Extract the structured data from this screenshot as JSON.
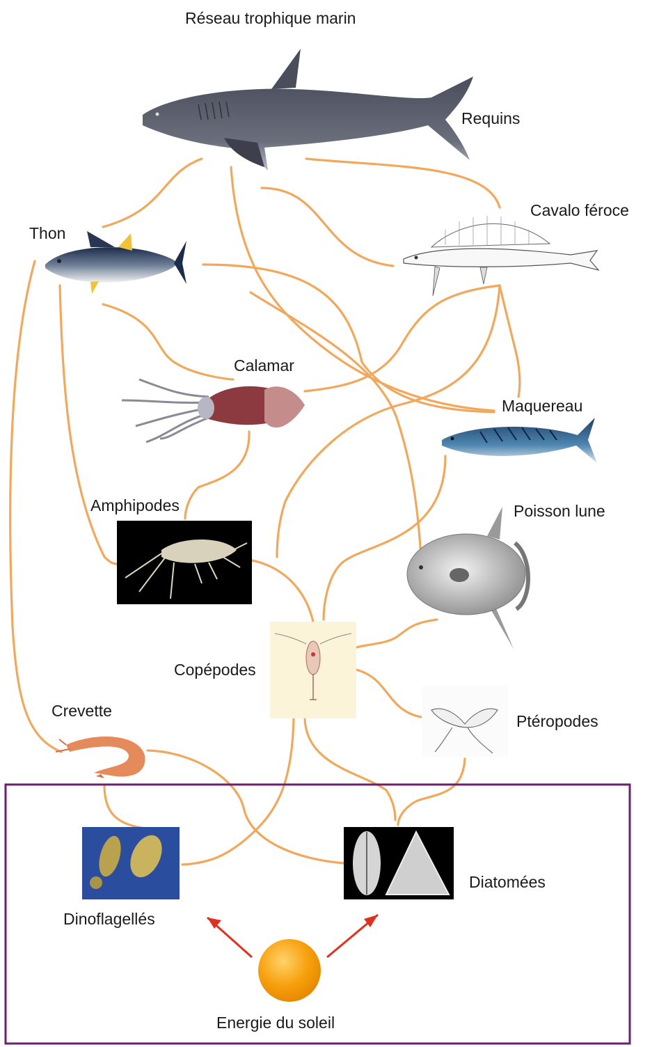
{
  "title": "Réseau trophique marin",
  "organisms": {
    "requins": "Requins",
    "cavalo": "Cavalo féroce",
    "thon": "Thon",
    "calamar": "Calamar",
    "maquereau": "Maquereau",
    "amphipodes": "Amphipodes",
    "poisson_lune": "Poisson lune",
    "copepodes": "Copépodes",
    "crevette": "Crevette",
    "pteropodes": "Ptéropodes",
    "dinoflagelles": "Dinoflagellés",
    "diatomees": "Diatomées"
  },
  "energy_label": "Energie du soleil",
  "colors": {
    "link": "#f2a85c",
    "frame": "#6b1f6e",
    "arrow": "#e0301e",
    "sun": "#f7a10f"
  }
}
